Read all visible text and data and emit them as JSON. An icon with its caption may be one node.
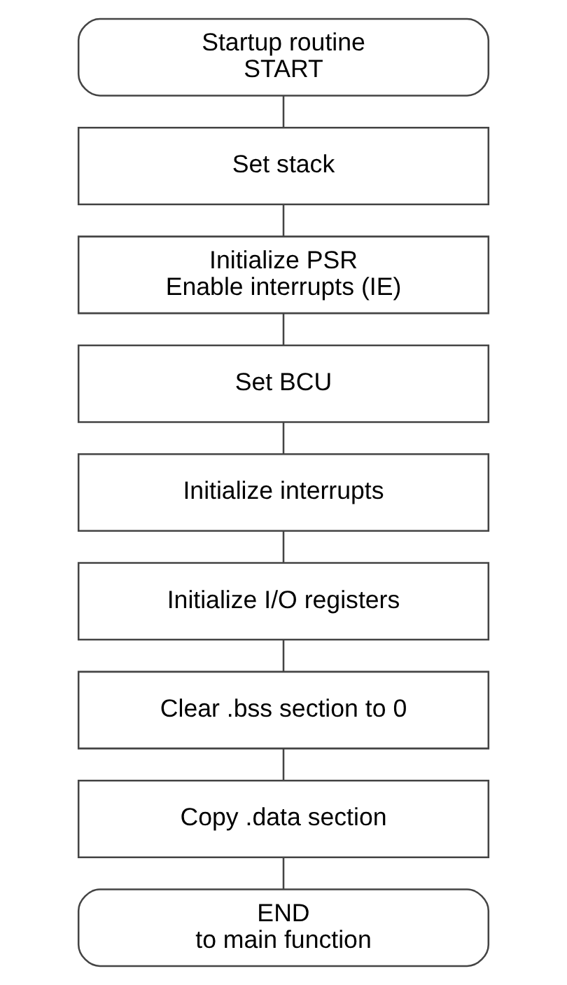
{
  "diagram": {
    "nodes": [
      {
        "text": [
          "Startup routine",
          "START"
        ]
      },
      {
        "text": [
          "Set stack"
        ]
      },
      {
        "text": [
          "Initialize PSR",
          "Enable interrupts (IE)"
        ]
      },
      {
        "text": [
          "Set BCU"
        ]
      },
      {
        "text": [
          "Initialize interrupts"
        ]
      },
      {
        "text": [
          "Initialize I/O registers"
        ]
      },
      {
        "text": [
          "Clear .bss section to 0"
        ]
      },
      {
        "text": [
          "Copy .data section"
        ]
      },
      {
        "text": [
          "END",
          "to main function"
        ]
      }
    ],
    "edges": [
      {
        "from": 0,
        "to": 1,
        "arrow": "none"
      },
      {
        "from": 1,
        "to": 2,
        "arrow": "none"
      },
      {
        "from": 2,
        "to": 3,
        "arrow": "none"
      },
      {
        "from": 3,
        "to": 4,
        "arrow": "none"
      },
      {
        "from": 4,
        "to": 5,
        "arrow": "none"
      },
      {
        "from": 5,
        "to": 6,
        "arrow": "none"
      },
      {
        "from": 6,
        "to": 7,
        "arrow": "none"
      },
      {
        "from": 7,
        "to": 8,
        "arrow": "none"
      }
    ]
  }
}
